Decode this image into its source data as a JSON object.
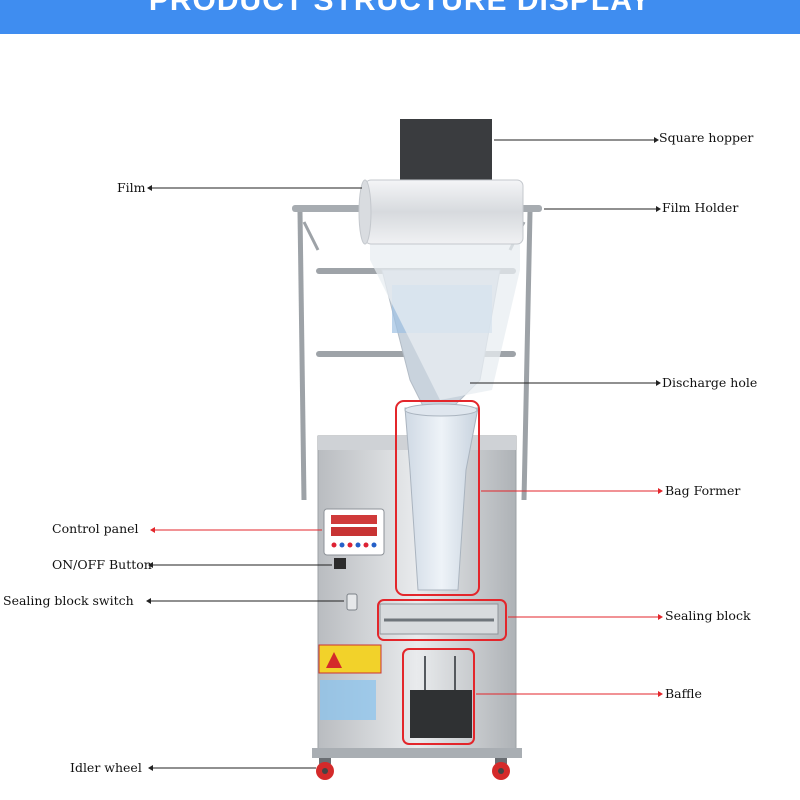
{
  "banner": {
    "title": "PRODUCT STRUCTURE DISPLAY"
  },
  "labels": {
    "square_hopper": "Square hopper",
    "film": "Film",
    "film_holder": "Film Holder",
    "discharge_hole": "Discharge hole",
    "bag_former": "Bag Former",
    "control_panel": "Control panel",
    "on_off_button": "ON/OFF Button",
    "sealing_block_switch": "Sealing block switch",
    "sealing_block": "Sealing block",
    "baffle": "Baffle",
    "idler_wheel": "Idler wheel"
  },
  "colors": {
    "banner": "#3f8df0",
    "highlight": "#e3262b",
    "leader": "#222222",
    "wheel": "#d42a2a"
  }
}
